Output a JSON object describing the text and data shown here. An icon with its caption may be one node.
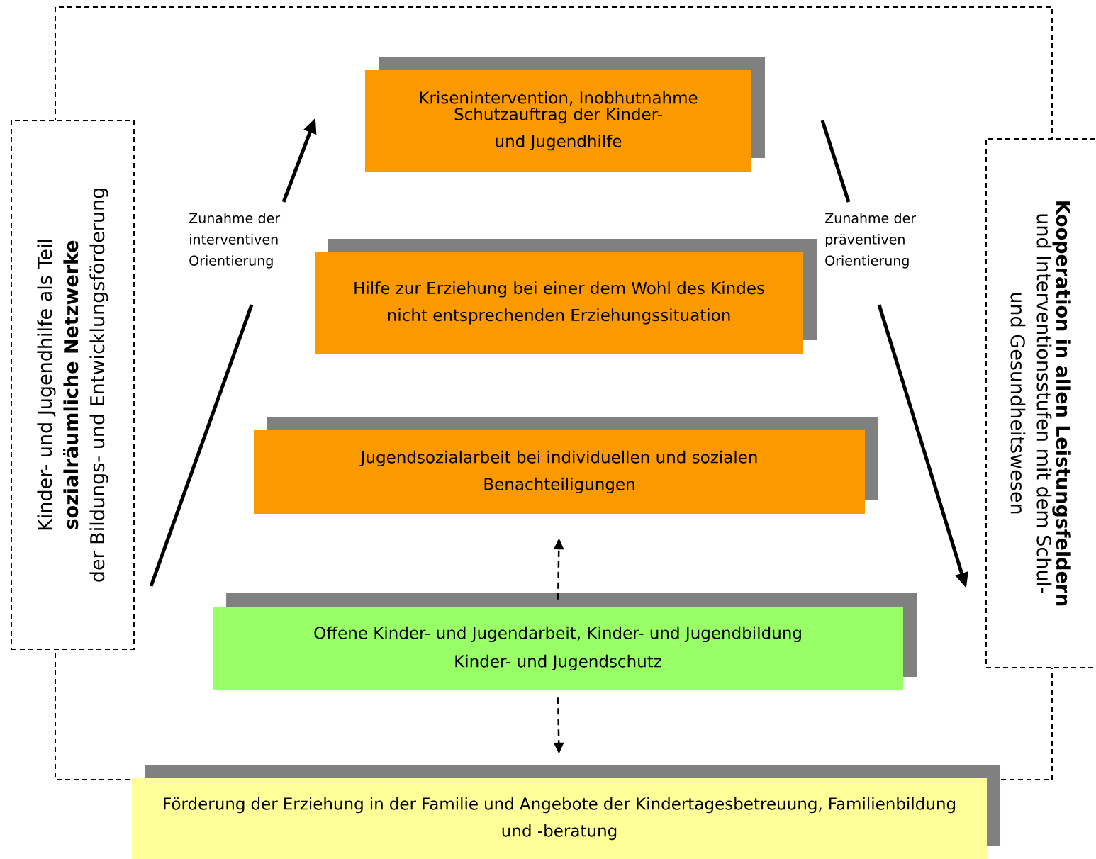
{
  "diagram": {
    "nodes": [
      {
        "text": [
          "Kinder- und Jugendhilfe als Teil",
          "sozialräumliche Netzwerke",
          "der Bildungs- und Entwicklungsförderung"
        ]
      },
      {
        "text": [
          "Krisenintervention, Inobhutnahme",
          "Schutzauftrag der Kinder- und Jugendhilfe"
        ]
      },
      {
        "text": [
          "Hilfe zur Erziehung bei einer dem Wohl des Kindes nicht entsprechenden Erziehungssituation"
        ]
      },
      {
        "text": [
          "Jugendsozialarbeit bei individuellen und sozialen Benachteiligungen"
        ]
      },
      {
        "text": [
          "Offene Kinder- und Jugendarbeit, Kinder- und Jugendbildung",
          "Kinder- und Jugendschutz"
        ]
      },
      {
        "text": [
          "Förderung der Erziehung in der Familie und Angebote der Kindertagesbetreuung, Familienbildung und -beratung"
        ]
      },
      {
        "text": [
          "Kooperation in allen Leistungsfeldern",
          "und Interventionsstufen mit dem Schul- und Gesundheitswesen"
        ]
      }
    ],
    "edges": [
      {
        "from": 4,
        "to": 3,
        "arrow": "to",
        "style": "dashed"
      },
      {
        "from": 4,
        "to": 5,
        "arrow": "to",
        "style": "dashed"
      }
    ],
    "labels": [
      "Zunahme der interventiven Orientierung",
      "Zunahme der präventiven Orientierung"
    ]
  }
}
